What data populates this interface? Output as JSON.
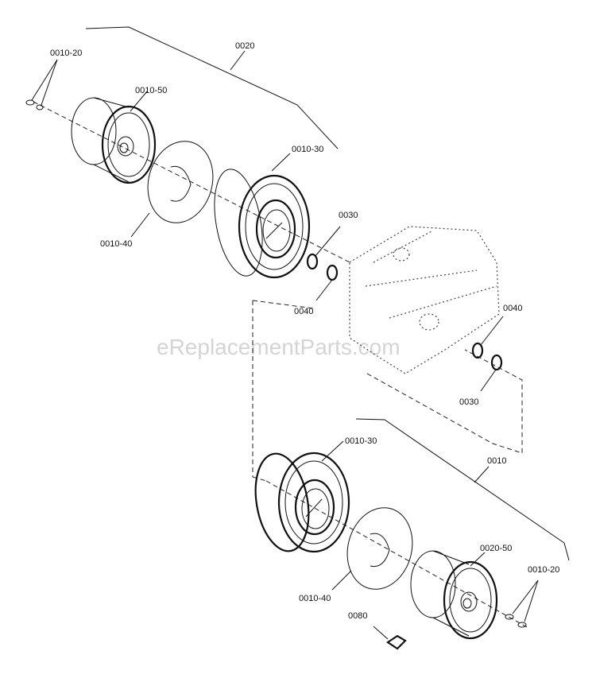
{
  "watermark": "eReplacementParts.com",
  "callouts": {
    "top_assembly": "0020",
    "top_valve": "0010-20",
    "top_rim": "0010-50",
    "top_tube": "0010-40",
    "top_tire": "0010-30",
    "top_washer_a": "0030",
    "top_washer_b": "0040",
    "right_washer_a": "0040",
    "right_washer_b": "0030",
    "bottom_assembly": "0010",
    "bottom_tire": "0010-30",
    "bottom_tube": "0010-40",
    "bottom_rim": "0020-50",
    "bottom_valve": "0010-20",
    "bottom_key": "0080"
  }
}
